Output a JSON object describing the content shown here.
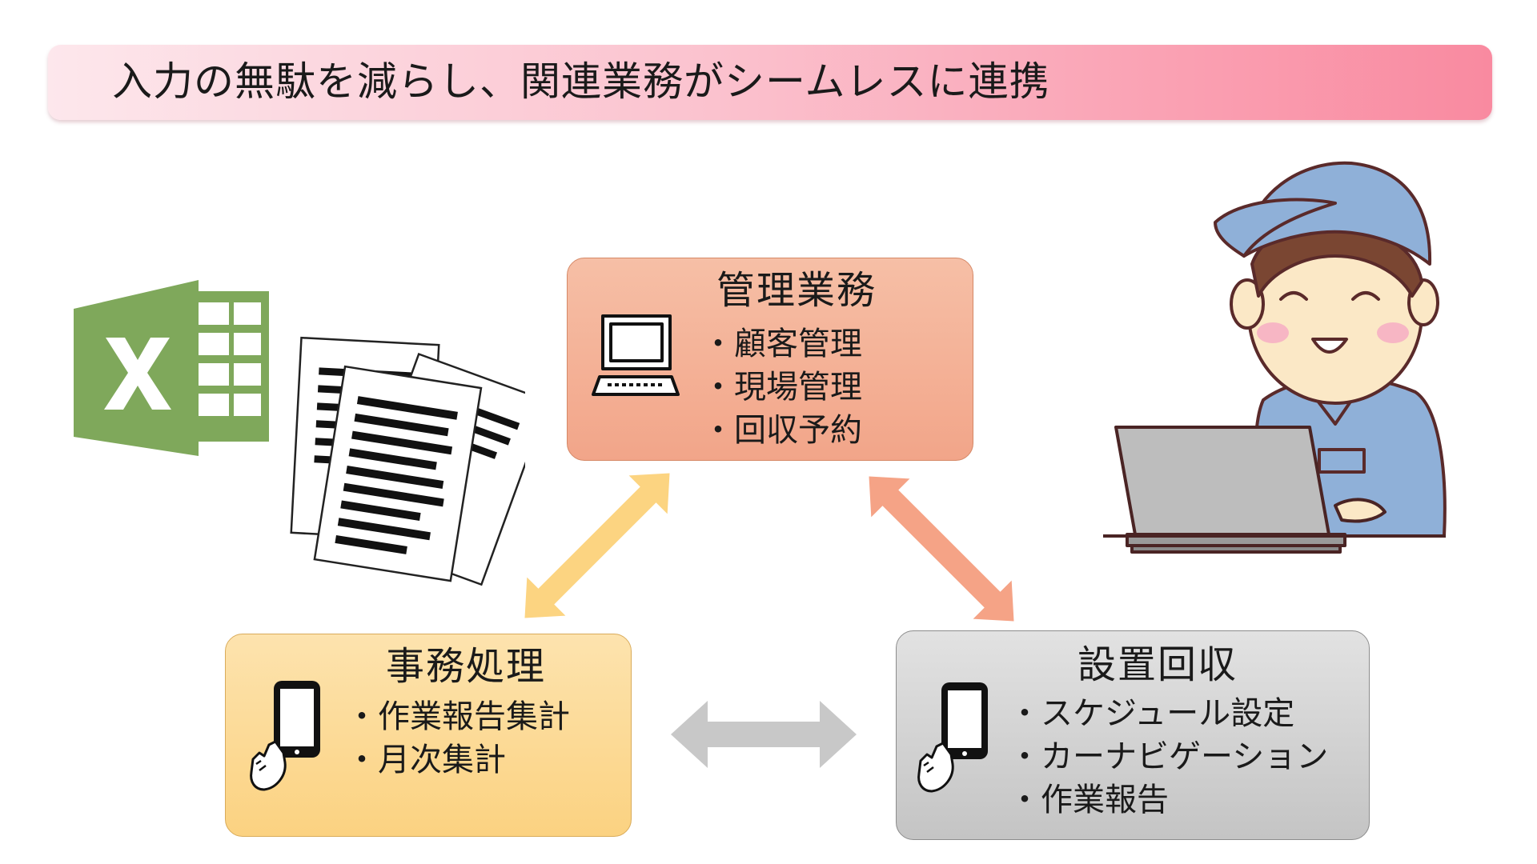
{
  "title": "入力の無駄を減らし、関連業務がシームレスに連携",
  "boxes": {
    "management": {
      "title": "管理業務",
      "items": [
        "顧客管理",
        "現場管理",
        "回収予約"
      ]
    },
    "office": {
      "title": "事務処理",
      "items": [
        "作業報告集計",
        "月次集計"
      ]
    },
    "field": {
      "title": "設置回収",
      "items": [
        "スケジュール設定",
        "カーナビゲーション",
        "作業報告"
      ]
    }
  },
  "icons": {
    "spreadsheet": "excel-icon",
    "documents": "paper-documents-icon",
    "worker": "worker-with-laptop-icon",
    "computer": "desktop-computer-icon",
    "tablet": "tablet-touch-icon"
  },
  "colors": {
    "management_fill": "#f4b097",
    "office_fill": "#fcd995",
    "field_fill": "#d3d3d3",
    "arrow_yellow": "#fcd481",
    "arrow_salmon": "#f5a386",
    "arrow_gray": "#c8c8c8",
    "excel_green": "#7fa85b"
  }
}
